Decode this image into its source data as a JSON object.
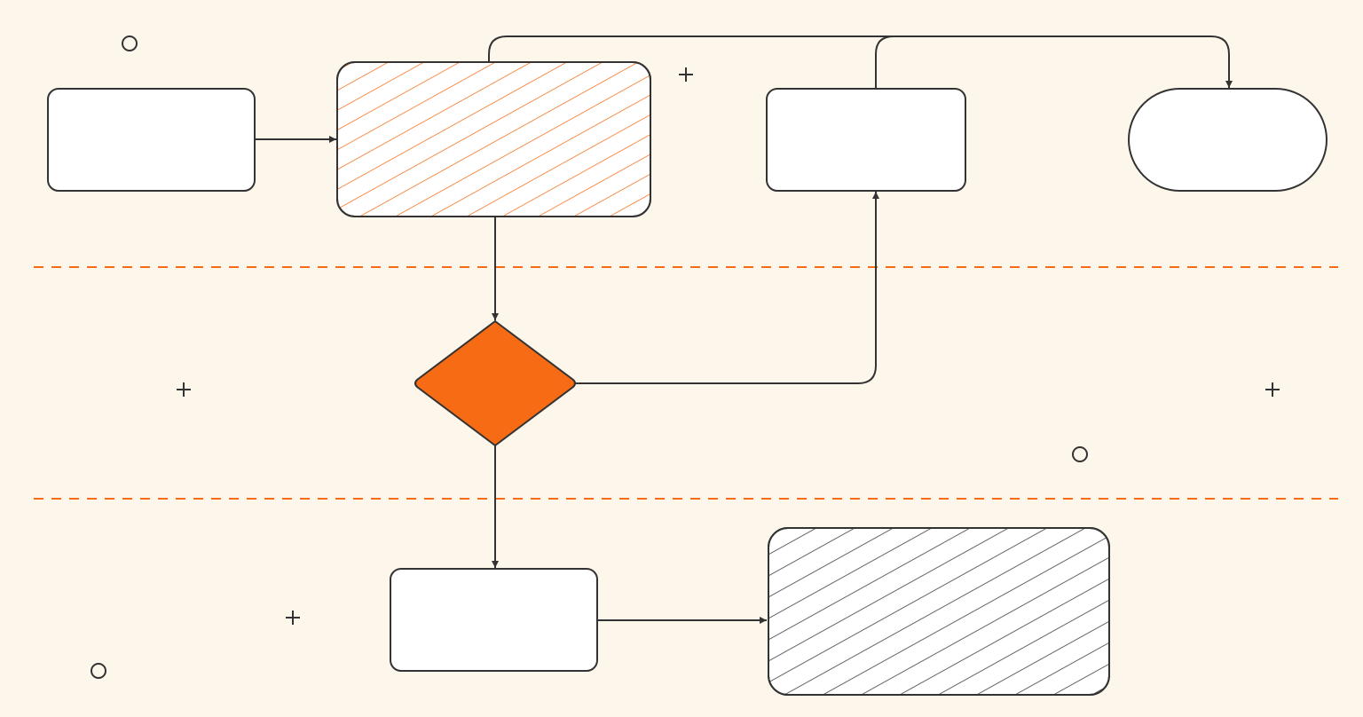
{
  "colors": {
    "background": "#fdf6ea",
    "accent": "#f76b15",
    "stroke": "#333333",
    "node_fill": "#ffffff"
  },
  "diagram": {
    "type": "flowchart",
    "nodes": [
      {
        "id": "start-box",
        "shape": "rounded-rectangle",
        "fill": "white"
      },
      {
        "id": "hatched-orange-box",
        "shape": "rounded-rectangle",
        "fill": "orange-hatch"
      },
      {
        "id": "upper-right-box",
        "shape": "rounded-rectangle",
        "fill": "white"
      },
      {
        "id": "terminal-pill",
        "shape": "stadium",
        "fill": "white"
      },
      {
        "id": "decision-diamond",
        "shape": "diamond",
        "fill": "orange"
      },
      {
        "id": "lower-box",
        "shape": "rounded-rectangle",
        "fill": "white"
      },
      {
        "id": "hatched-dark-box",
        "shape": "rounded-rectangle",
        "fill": "dark-hatch"
      }
    ],
    "edges": [
      {
        "from": "start-box",
        "to": "hatched-orange-box"
      },
      {
        "from": "hatched-orange-box",
        "to": "decision-diamond"
      },
      {
        "from": "decision-diamond",
        "to": "upper-right-box"
      },
      {
        "from": "decision-diamond",
        "to": "lower-box"
      },
      {
        "from": "lower-box",
        "to": "hatched-dark-box"
      },
      {
        "from": "hatched-orange-box",
        "to": "terminal-pill"
      },
      {
        "from": "upper-right-box",
        "to": "terminal-pill"
      }
    ],
    "lane_separators": 2
  }
}
